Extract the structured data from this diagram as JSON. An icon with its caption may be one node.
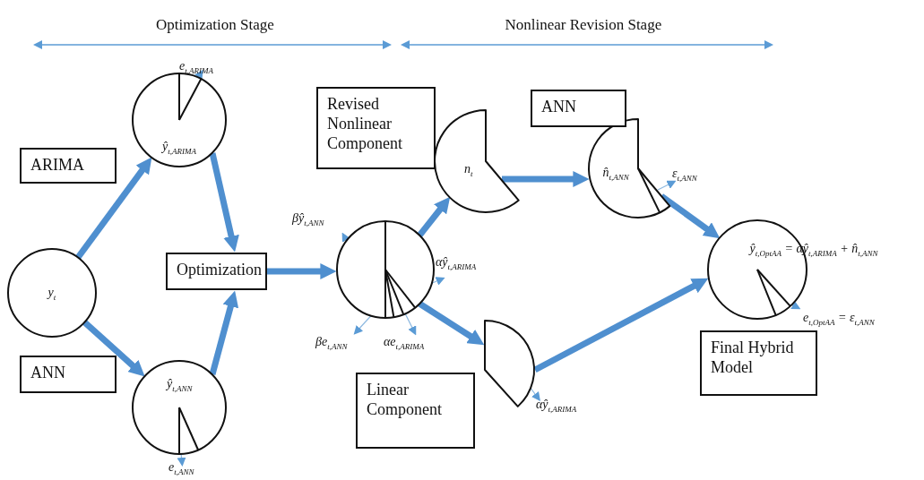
{
  "diagram": {
    "nodes": [
      {
        "text": [
          "ARIMA"
        ]
      },
      {
        "text": [
          "ŷ$_{t,ARIMA}$"
        ],
        "beside": [
          "e$_{t,ARIMA}$"
        ]
      },
      {
        "text": [
          "y$_{t}$"
        ]
      },
      {
        "text": [
          "ANN"
        ]
      },
      {
        "text": [
          "ŷ$_{t,ANN}$"
        ],
        "beside": [
          "e$_{t,ANN}$"
        ]
      },
      {
        "text": [
          "Optimization"
        ]
      },
      {
        "text": [],
        "shape": "circle",
        "beside": [
          "βŷ$_{t,ANN}$",
          "αŷ$_{t,ARIMA}$",
          "βe$_{t,ANN}$",
          "αe$_{t,ARIMA}$"
        ]
      },
      {
        "text": [
          "Revised Nonlinear Component"
        ]
      },
      {
        "text": [
          "n$_{t}$"
        ]
      },
      {
        "text": [
          "ANN"
        ]
      },
      {
        "text": [
          "n̂$_{t,ANN}$"
        ],
        "beside": [
          "ε$_{t,ANN}$"
        ]
      },
      {
        "text": [],
        "shape": "sector",
        "beside": [
          "αŷ$_{t,ARIMA}$"
        ]
      },
      {
        "text": [
          "Linear Component"
        ]
      },
      {
        "text": [
          "ŷ$_{t,OptAA}$ = αŷ$_{t,ARIMA}$ + n̂$_{t,ANN}$"
        ],
        "beside": [
          "e$_{t,OptAA}$ = ε$_{t,ANN}$"
        ]
      },
      {
        "text": [
          "Final Hybrid Model"
        ]
      }
    ],
    "edges": [
      {
        "from": 2,
        "to": 1,
        "arrow": "to"
      },
      {
        "from": 2,
        "to": 4,
        "arrow": "to"
      },
      {
        "from": 1,
        "to": 5,
        "arrow": "to"
      },
      {
        "from": 4,
        "to": 5,
        "arrow": "to"
      },
      {
        "from": 5,
        "to": 6,
        "arrow": "to"
      },
      {
        "from": 6,
        "to": 8,
        "arrow": "to"
      },
      {
        "from": 6,
        "to": 11,
        "arrow": "to"
      },
      {
        "from": 8,
        "to": 10,
        "arrow": "to"
      },
      {
        "from": 10,
        "to": 13,
        "arrow": "to"
      },
      {
        "from": 11,
        "to": 13,
        "arrow": "to"
      }
    ],
    "labels": [
      "Optimization Stage",
      "Nonlinear Revision Stage"
    ]
  }
}
